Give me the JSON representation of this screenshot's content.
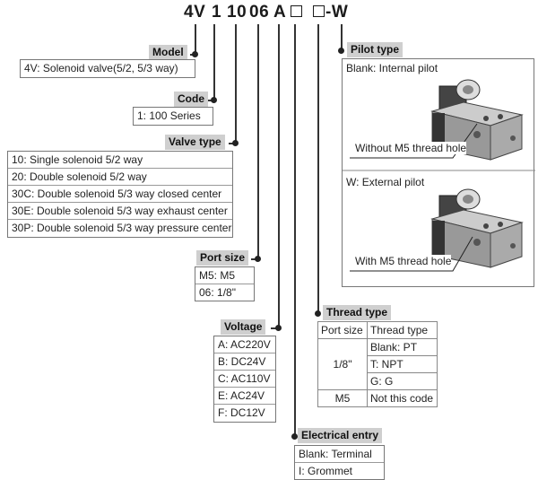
{
  "code": {
    "parts": [
      "4V",
      "1",
      "10",
      "06",
      "A",
      "-W"
    ]
  },
  "model": {
    "label": "Model",
    "rows": [
      "4V: Solenoid valve(5/2, 5/3 way)"
    ]
  },
  "code_series": {
    "label": "Code",
    "rows": [
      "1: 100 Series"
    ]
  },
  "valve_type": {
    "label": "Valve type",
    "rows": [
      "10: Single solenoid 5/2 way",
      "20: Double solenoid 5/2 way",
      "30C: Double solenoid 5/3 way closed center",
      "30E: Double solenoid 5/3 way exhaust center",
      "30P: Double solenoid 5/3 way pressure center"
    ]
  },
  "port_size": {
    "label": "Port size",
    "rows": [
      "M5: M5",
      "06: 1/8\""
    ]
  },
  "voltage": {
    "label": "Voltage",
    "rows": [
      "A: AC220V",
      "B: DC24V",
      "C: AC110V",
      "E: AC24V",
      "F: DC12V"
    ]
  },
  "electrical_entry": {
    "label": "Electrical entry",
    "rows": [
      "Blank: Terminal",
      "I: Grommet"
    ]
  },
  "thread_type": {
    "label": "Thread type",
    "header": [
      "Port size",
      "Thread type"
    ],
    "size_18": "1/8\"",
    "pt": "Blank: PT",
    "npt": "T: NPT",
    "g": "G: G",
    "m5": "M5",
    "m5_val": "Not this code"
  },
  "pilot_type": {
    "label": "Pilot type",
    "internal": {
      "title": "Blank: Internal pilot",
      "caption": "Without M5 thread hole"
    },
    "external": {
      "title": "W: External pilot",
      "caption": "With M5 thread hole"
    }
  }
}
